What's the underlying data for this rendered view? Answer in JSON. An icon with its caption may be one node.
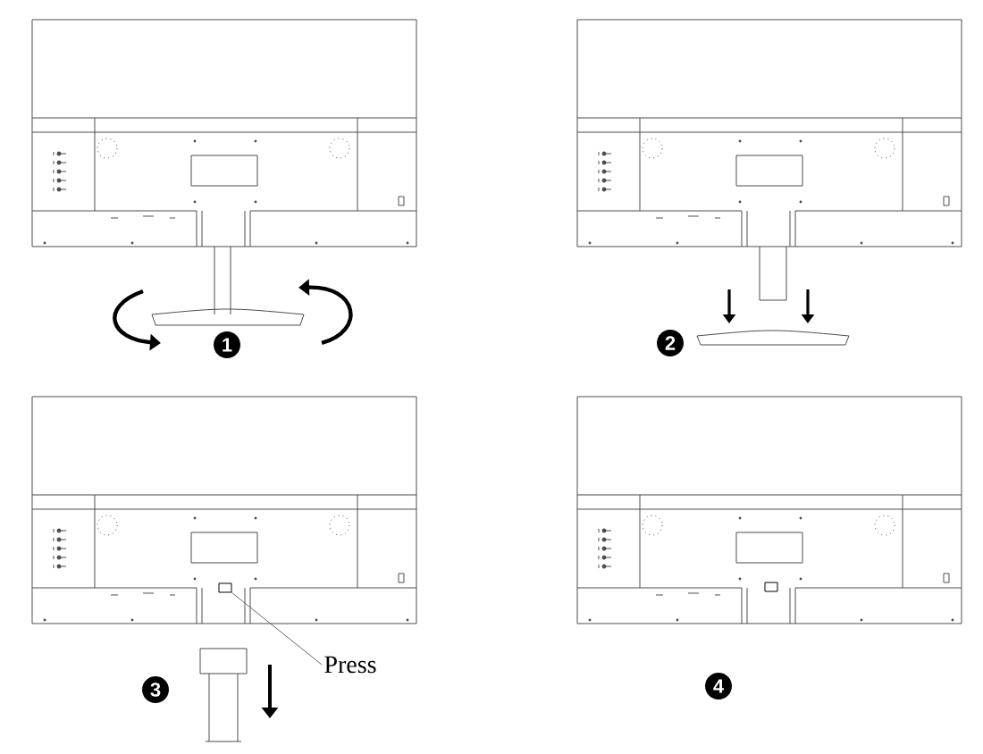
{
  "diagram": {
    "nodes": [
      {
        "text": [
          "Press"
        ]
      },
      {
        "text": [],
        "shape": "box"
      }
    ],
    "edges": [
      {
        "from": 0,
        "to": 1,
        "arrow": "none"
      }
    ],
    "labels": [
      "1",
      "2",
      "4",
      "3"
    ]
  }
}
